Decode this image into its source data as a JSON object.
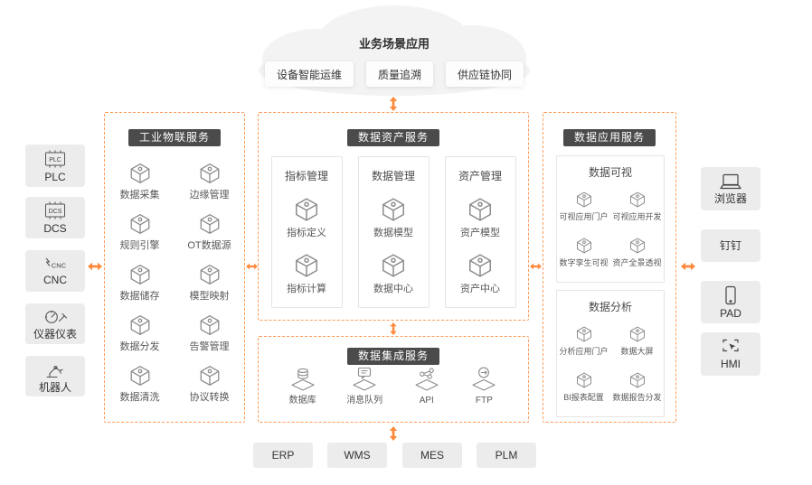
{
  "colors": {
    "accent_orange": "#FF8A3C",
    "badge_dark": "#4B4B4B",
    "box_gray": "#ECECEC"
  },
  "cloud": {
    "title": "业务场景应用",
    "apps": [
      {
        "label": "设备智能运维"
      },
      {
        "label": "质量追溯"
      },
      {
        "label": "供应链协同"
      }
    ]
  },
  "left_devices": [
    {
      "label": "PLC",
      "icon": "plc-chip-icon"
    },
    {
      "label": "DCS",
      "icon": "dcs-chip-icon"
    },
    {
      "label": "CNC",
      "icon": "cnc-machine-icon"
    },
    {
      "label": "仪器仪表",
      "icon": "instrument-gauge-icon"
    },
    {
      "label": "机器人",
      "icon": "robot-arm-icon"
    }
  ],
  "iot_services": {
    "title": "工业物联服务",
    "items": [
      {
        "label": "数据采集",
        "icon": "data-collection-icon"
      },
      {
        "label": "边缘管理",
        "icon": "edge-management-icon"
      },
      {
        "label": "规则引擎",
        "icon": "rule-engine-icon"
      },
      {
        "label": "OT数据源",
        "icon": "ot-data-source-icon"
      },
      {
        "label": "数据储存",
        "icon": "data-storage-icon"
      },
      {
        "label": "模型映射",
        "icon": "model-mapping-icon"
      },
      {
        "label": "数据分发",
        "icon": "data-distribution-icon"
      },
      {
        "label": "告警管理",
        "icon": "alarm-management-icon"
      },
      {
        "label": "数据清洗",
        "icon": "data-cleaning-icon"
      },
      {
        "label": "协议转换",
        "icon": "protocol-conversion-icon"
      }
    ]
  },
  "asset_services": {
    "title": "数据资产服务",
    "groups": [
      {
        "title": "指标管理",
        "items": [
          {
            "label": "指标定义",
            "icon": "indicator-definition-icon"
          },
          {
            "label": "指标计算",
            "icon": "indicator-calculation-icon"
          }
        ]
      },
      {
        "title": "数据管理",
        "items": [
          {
            "label": "数据模型",
            "icon": "data-model-icon"
          },
          {
            "label": "数据中心",
            "icon": "data-center-icon"
          }
        ]
      },
      {
        "title": "资产管理",
        "items": [
          {
            "label": "资产模型",
            "icon": "asset-model-icon"
          },
          {
            "label": "资产中心",
            "icon": "asset-center-icon"
          }
        ]
      }
    ]
  },
  "integration_services": {
    "title": "数据集成服务",
    "items": [
      {
        "label": "数据库",
        "icon": "database-icon"
      },
      {
        "label": "消息队列",
        "icon": "message-queue-icon"
      },
      {
        "label": "API",
        "icon": "api-icon"
      },
      {
        "label": "FTP",
        "icon": "ftp-icon"
      }
    ]
  },
  "app_services": {
    "title": "数据应用服务",
    "groups": [
      {
        "title": "数据可视",
        "items": [
          {
            "label": "可视应用门户",
            "icon": "visual-app-portal-icon"
          },
          {
            "label": "可视应用开发",
            "icon": "visual-app-dev-icon"
          },
          {
            "label": "数字孪生可视",
            "icon": "digital-twin-icon"
          },
          {
            "label": "资产全景透视",
            "icon": "asset-panorama-icon"
          }
        ]
      },
      {
        "title": "数据分析",
        "items": [
          {
            "label": "分析应用门户",
            "icon": "analysis-app-portal-icon"
          },
          {
            "label": "数据大屏",
            "icon": "data-dashboard-icon"
          },
          {
            "label": "BI报表配置",
            "icon": "bi-report-config-icon"
          },
          {
            "label": "数据报告分发",
            "icon": "data-report-distribution-icon"
          }
        ]
      }
    ]
  },
  "right_clients": [
    {
      "label": "浏览器",
      "icon": "browser-laptop-icon"
    },
    {
      "label": "钉钉"
    },
    {
      "label": "PAD",
      "icon": "pad-tablet-icon"
    },
    {
      "label": "HMI",
      "icon": "hmi-screen-icon"
    }
  ],
  "bottom_systems": [
    {
      "label": "ERP"
    },
    {
      "label": "WMS"
    },
    {
      "label": "MES"
    },
    {
      "label": "PLM"
    }
  ]
}
